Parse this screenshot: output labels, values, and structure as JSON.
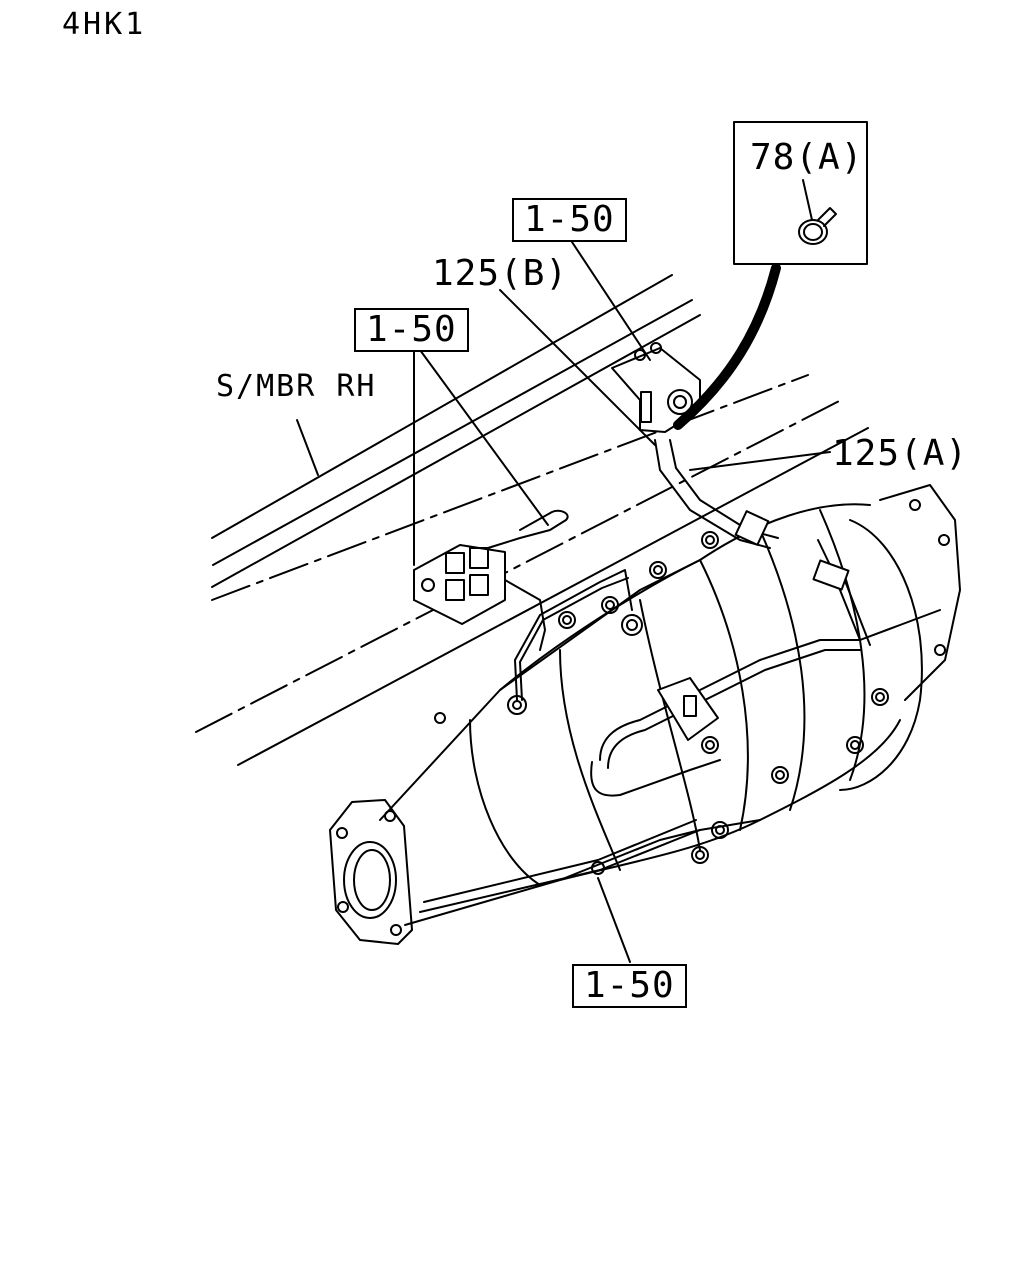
{
  "title": "4HK1",
  "frame_label": "S/MBR RH",
  "callouts": {
    "clamp_inset": "78(A)",
    "ref_top": "1-50",
    "ref_left": "1-50",
    "ref_bottom": "1-50",
    "hose_b": "125(B)",
    "hose_a": "125(A)"
  }
}
